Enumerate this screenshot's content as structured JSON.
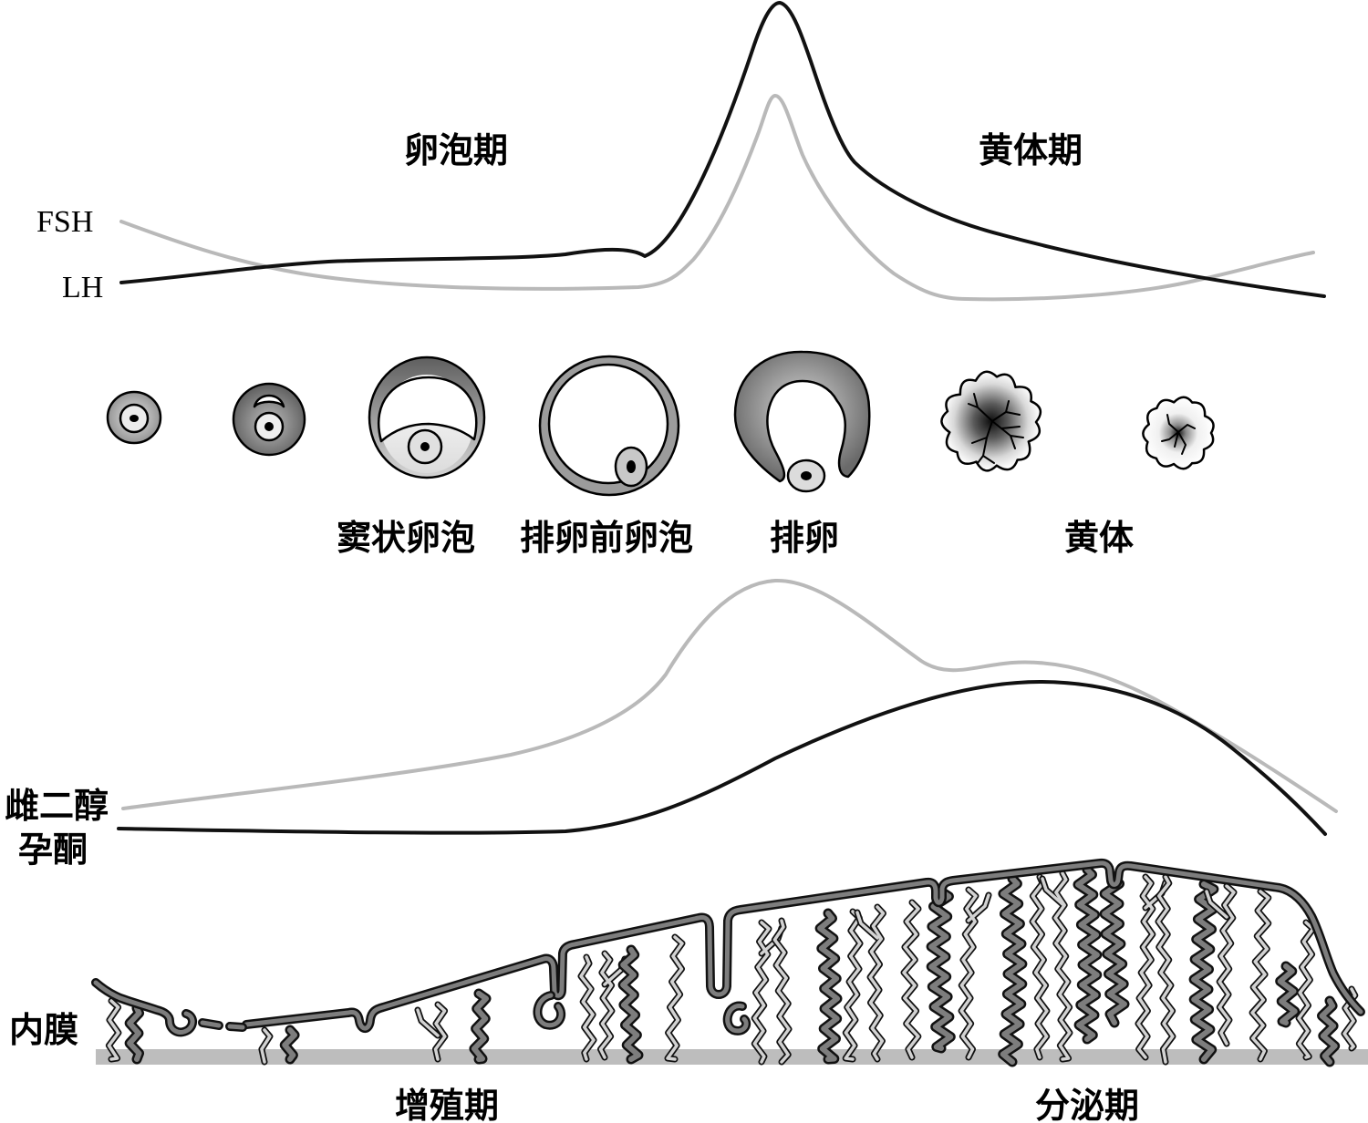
{
  "top_panel": {
    "fsh_label": "FSH",
    "lh_label": "LH",
    "follicular_phase": "卵泡期",
    "luteal_phase": "黄体期"
  },
  "follicle_labels": {
    "antral": "窦状卵泡",
    "preovulatory": "排卵前卵泡",
    "ovulation": "排卵",
    "corpus_luteum": "黄体"
  },
  "bottom_panel": {
    "estradiol_label": "雌二醇",
    "progesterone_label": "孕酮",
    "endometrium_label": "内膜",
    "proliferative_phase": "增殖期",
    "secretory_phase": "分泌期"
  },
  "colors": {
    "fsh": "#b9b9b9",
    "lh": "#111111",
    "estradiol": "#b9b9b9",
    "progesterone": "#111111",
    "gland_dark": "#7d7d7d",
    "gland_light": "#d2d2d2",
    "base": "#bdbdbd",
    "outline": "#111111"
  }
}
